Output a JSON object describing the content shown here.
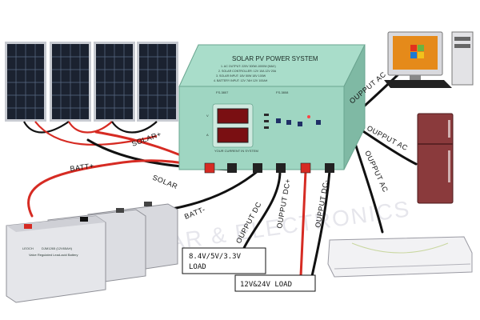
{
  "unit": {
    "title": "SOLAR PV POWER SYSTEM",
    "spec_lines": [
      "1. AC OUTPUT: 220V 300W-1000W (MAX)",
      "2. SOLAR CONTROLLER: 12V 10A  12V 20A",
      "3. SOLAR INPUT: 18V 50W  18V 100W",
      "4. BATTERY INPUT: 12V 7AH  12V 100AH"
    ],
    "model_left": "FS-3807",
    "model_right": "FS-3808",
    "meter_v": "V",
    "meter_a": "A",
    "meter_label": "YOUR CURRENT IN SYSTEM"
  },
  "wire_labels": {
    "solar_plus": "SOLAR+",
    "solar": "SOLAR",
    "batt_plus": "BATT+",
    "batt_minus": "BATT-",
    "ouput_dc": "OUPPUT  DC",
    "ouput_dc_plus": "OUPPUT  DC+",
    "ouput_dc_minus": "OUPPUT  DC-",
    "ouput_ac_1": "OUPPUT  AC",
    "ouput_ac_2": "OUPPUT  AC",
    "ouput_ac_3": "OUPPUT  AC"
  },
  "load_boxes": {
    "low_voltage": "8.4V/5V/3.3V\nLOAD",
    "low_voltage_line1": "8.4V/5V/3.3V",
    "low_voltage_line2": "LOAD",
    "main_dc": "12V&24V LOAD"
  },
  "battery_brand": "LEOCH",
  "battery_model": "DJM1265 (12V65AH)",
  "battery_subtitle": "Valve Regulated Lead-acid Battery",
  "watermark": "SOLAR & ELECTRONICS",
  "colors": {
    "housing": "#9fd6c2",
    "housing_side": "#7fb9a4",
    "panel_cell": "#1b2230",
    "panel_frame": "#c7cad1",
    "wire_red": "#d62b23",
    "wire_black": "#111111",
    "fridge": "#8a3a3c",
    "battery": "#e5e6ea"
  }
}
